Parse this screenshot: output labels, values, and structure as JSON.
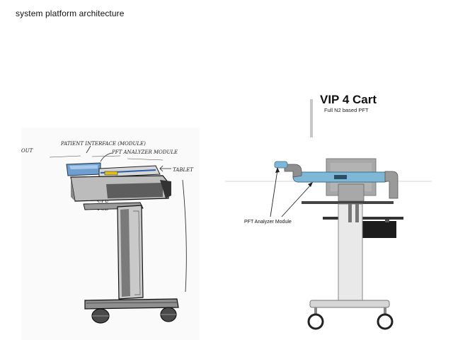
{
  "page": {
    "title": "system platform architecture"
  },
  "sketch": {
    "labels": {
      "patient_interface": "PATIENT INTERFACE (MODULE)",
      "pft_analyzer": "PFT ANALYZER MODULE",
      "tablet": "TABLET",
      "cpu": "CPU",
      "pcb": "PCB",
      "left_edge": "OUT"
    }
  },
  "render": {
    "title": "VIP 4 Cart",
    "subtitle": "Full N2 based PFT",
    "callout": "PFT Analyzer Module"
  },
  "colors": {
    "module_blue": "#7fb7d6",
    "module_dark": "#4c7f9c",
    "metal_grey": "#bfbfbf",
    "sketch_ink": "#222222"
  }
}
